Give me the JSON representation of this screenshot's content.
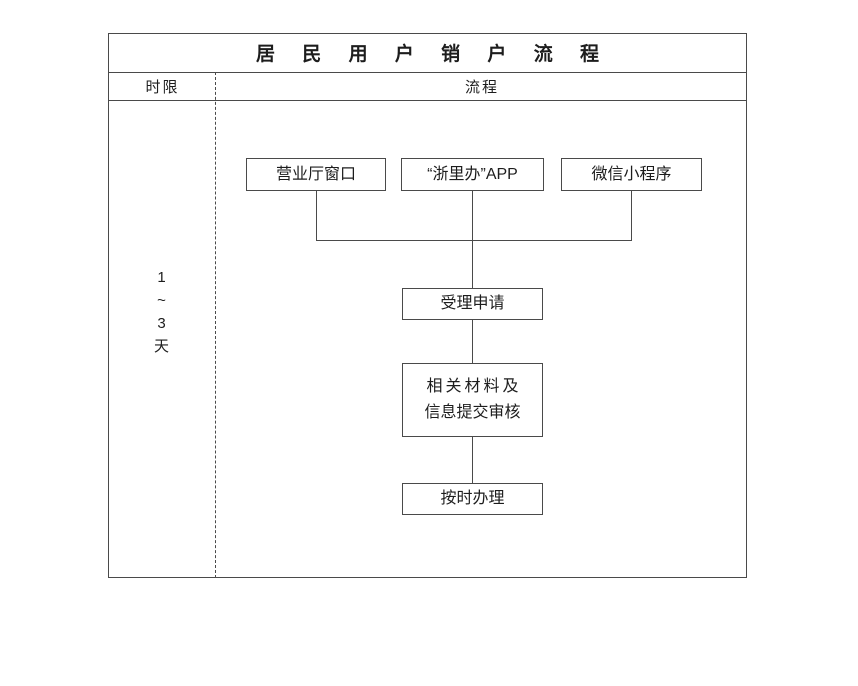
{
  "title": "居 民 用 户 销 户 流 程",
  "header": {
    "time_limit": "时限",
    "process": "流程"
  },
  "time_limit": {
    "lines": [
      "1",
      "~",
      "3",
      "天"
    ]
  },
  "flow": {
    "channels": [
      "营业厅窗口",
      "“浙里办”APP",
      "微信小程序"
    ],
    "step_accept": "受理申请",
    "step_materials_line1": "相关材料及",
    "step_materials_line2": "信息提交审核",
    "step_finish": "按时办理"
  },
  "colors": {
    "line": "#4a4a4a",
    "text": "#1d1d1d",
    "background": "#ffffff"
  }
}
